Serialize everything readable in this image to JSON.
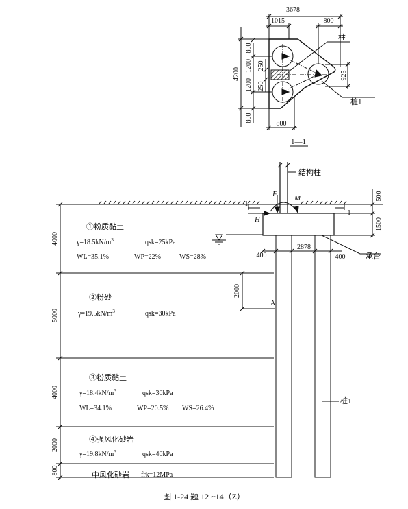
{
  "plan": {
    "dim_top": "3678",
    "dim_1015": "1015",
    "dim_800_top_right": "800",
    "dim_800_left_top": "800",
    "dim_4200": "4200",
    "dim_1200_a": "1200",
    "dim_1200_b": "1200",
    "dim_250_a": "250",
    "dim_250_b": "250",
    "dim_800_left_bottom": "800",
    "dim_800_bottom": "800",
    "dim_925": "925",
    "label_column": "柱",
    "label_pile1": "桩1",
    "section_label": "1—1"
  },
  "elevation": {
    "structural_column": "结构柱",
    "force_F": "F",
    "moment_M": "M",
    "shear_H": "H",
    "dim_500": "500",
    "dim_1500": "1500",
    "dim_400_left": "400",
    "dim_2878": "2878",
    "dim_400_right": "400",
    "pile_cap": "承台",
    "dim_2000_A": "2000",
    "point_A": "A",
    "pile1": "桩1",
    "section_mark_left": "1",
    "section_mark_right": "1"
  },
  "layers": [
    {
      "thickness": "4000",
      "name": "①粉质黏土",
      "gamma": "γ=18.5kN/m",
      "qsk": "qsk=25kPa",
      "extra": [
        "WL=35.1%",
        "WP=22%",
        "WS=28%"
      ]
    },
    {
      "thickness": "5000",
      "name": "②粉砂",
      "gamma": "γ=19.5kN/m",
      "qsk": "qsk=30kPa",
      "extra": []
    },
    {
      "thickness": "4000",
      "name": "③粉质黏土",
      "gamma": "γ=18.4kN/m",
      "qsk": "qsk=30kPa",
      "extra": [
        "WL=34.1%",
        "WP=20.5%",
        "WS=26.4%"
      ]
    },
    {
      "thickness": "2000",
      "name": "④强风化砂岩",
      "gamma": "γ=19.8kN/m",
      "qsk": "qsk=40kPa",
      "extra": []
    },
    {
      "thickness": "800",
      "name": "中风化砂岩",
      "gamma": "",
      "qsk": "frk=12MPa",
      "extra": []
    }
  ],
  "superscript_3": "3",
  "caption": "图 1-24   题 12 ~14（Z）"
}
